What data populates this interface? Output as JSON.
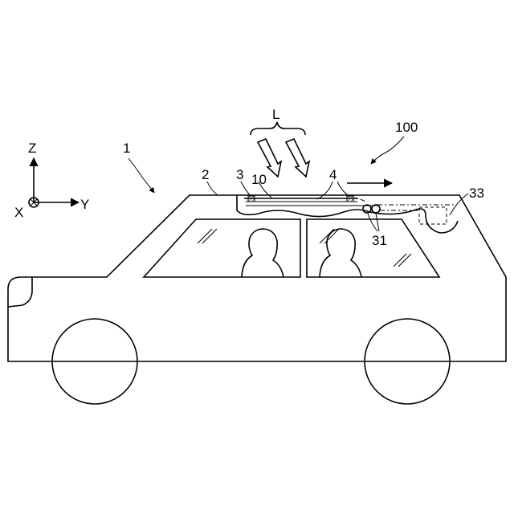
{
  "axes": {
    "z": "Z",
    "x": "X",
    "y": "Y"
  },
  "labels": {
    "vehicle": "1",
    "roof": "2",
    "seal": "3",
    "panel": "10",
    "film": "4",
    "light": "L",
    "system": "100",
    "rollers": "31",
    "housing": "33"
  }
}
